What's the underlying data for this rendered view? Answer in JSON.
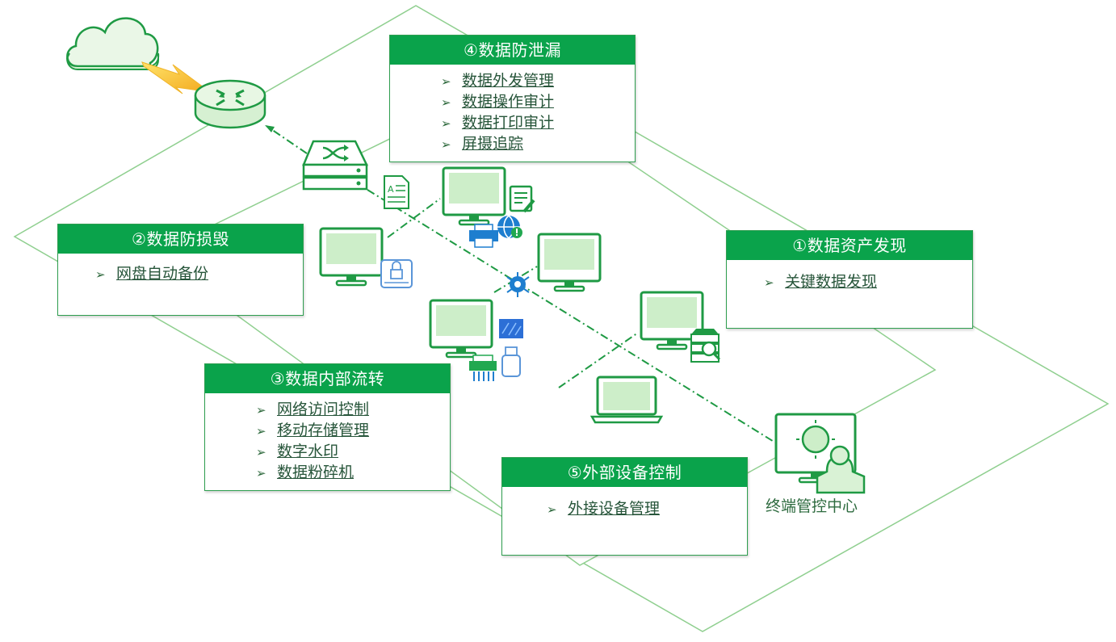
{
  "panels": {
    "asset_discovery": {
      "title": "①数据资产发现",
      "items": [
        "关键数据发现"
      ]
    },
    "damage_prevention": {
      "title": "②数据防损毁",
      "items": [
        "网盘自动备份"
      ]
    },
    "internal_flow": {
      "title": "③数据内部流转",
      "items": [
        "网络访问控制",
        "移动存储管理",
        "数字水印",
        "数据粉碎机"
      ]
    },
    "leak_prevention": {
      "title": "④数据防泄漏",
      "items": [
        "数据外发管理",
        "数据操作审计",
        "数据打印审计",
        "屏摄追踪"
      ]
    },
    "external_device": {
      "title": "⑤外部设备控制",
      "items": [
        "外接设备管理"
      ]
    }
  },
  "control_center": {
    "label": "终端管控中心"
  },
  "icons": [
    "cloud-icon",
    "lightning-icon",
    "router-icon",
    "network-switch-icon",
    "document-icon",
    "desktop-icon",
    "laptop-icon",
    "file-edit-icon",
    "globe-alert-icon",
    "printer-icon",
    "encrypted-drive-icon",
    "network-hub-icon",
    "watermark-icon",
    "shredder-icon",
    "usb-drive-icon",
    "database-search-icon",
    "admin-monitor-icon"
  ],
  "colors": {
    "accent": "#0aa34b",
    "line": "#2e9e4f",
    "screen": "#d4f0d0"
  }
}
